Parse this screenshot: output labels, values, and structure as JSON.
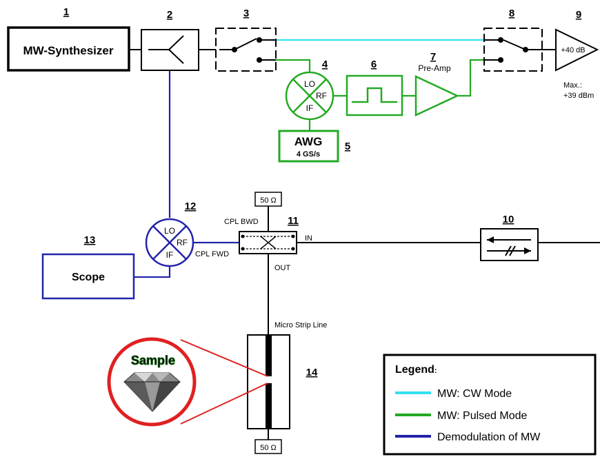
{
  "blocks": {
    "synth": {
      "num": "1",
      "label": "MW-Synthesizer"
    },
    "splitter": {
      "num": "2"
    },
    "switch1": {
      "num": "3"
    },
    "mixer1": {
      "num": "4",
      "lo": "LO",
      "rf": "RF",
      "if": "IF"
    },
    "awg": {
      "num": "5",
      "label": "AWG",
      "sub": "4 GS/s"
    },
    "filter": {
      "num": "6"
    },
    "preamp": {
      "num": "7",
      "label": "Pre-Amp"
    },
    "switch2": {
      "num": "8"
    },
    "amp": {
      "num": "9",
      "gain": "+40 dB",
      "max_label": "Max.:",
      "max_value": "+39 dBm"
    },
    "isolator": {
      "num": "10"
    },
    "coupler": {
      "num": "11",
      "bwd": "CPL BWD",
      "fwd": "CPL FWD",
      "in": "IN",
      "out": "OUT"
    },
    "mixer2": {
      "num": "12",
      "lo": "LO",
      "rf": "RF",
      "if": "IF"
    },
    "scope": {
      "num": "13",
      "label": "Scope"
    },
    "stripline": {
      "num": "14",
      "label": "Micro Strip Line",
      "sample": "Sample"
    },
    "term_top": {
      "label": "50 Ω"
    },
    "term_bottom": {
      "label": "50 Ω"
    }
  },
  "legend": {
    "title": "Legend",
    "title_suffix": ":",
    "items": [
      {
        "label": "MW: CW Mode",
        "color": "#33e0f0"
      },
      {
        "label": "MW: Pulsed Mode",
        "color": "#22aa22"
      },
      {
        "label": "Demodulation of MW",
        "color": "#2222aa"
      }
    ]
  }
}
